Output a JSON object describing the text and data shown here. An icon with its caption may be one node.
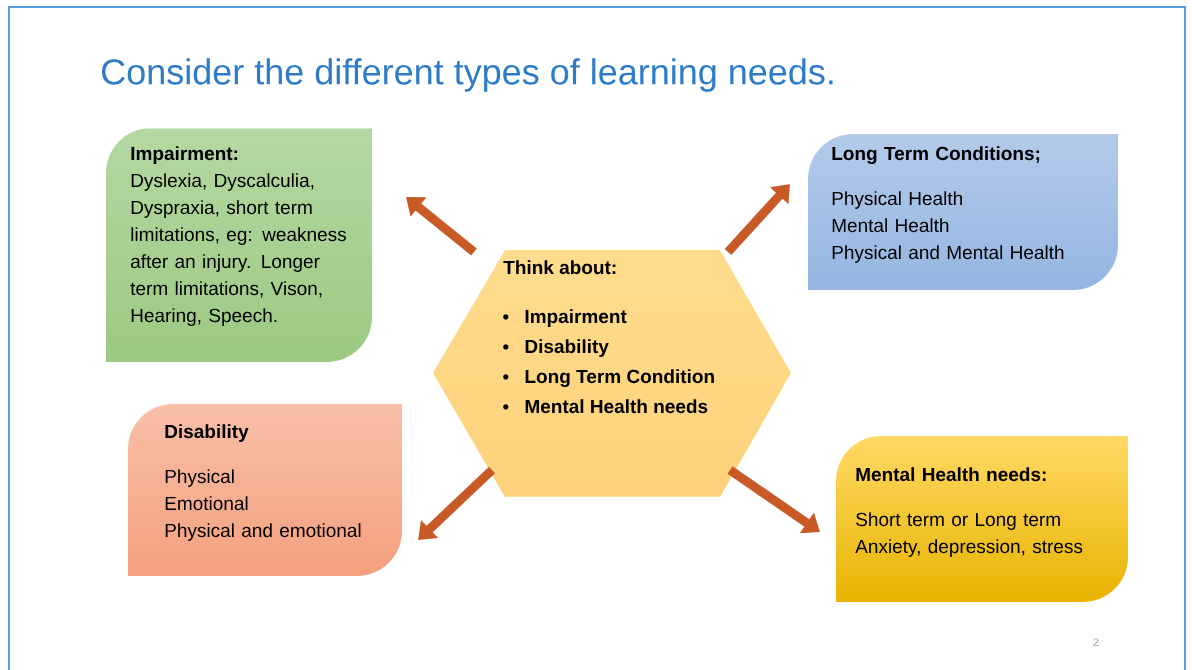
{
  "diagram": {
    "title": "Consider the different types of learning needs.",
    "nodes": [
      {
        "text": [
          "Think about:",
          "Impairment",
          "Disability",
          "Long Term Condition",
          "Mental Health needs"
        ]
      },
      {
        "text": [
          "Impairment:",
          "Dyslexia, Dyscalculia, Dyspraxia, short term limitations, eg: weakness after an injury. Longer term limitations, Vison, Hearing, Speech."
        ]
      },
      {
        "text": [
          "Long Term Conditions;",
          "Physical Health",
          "Mental Health",
          "Physical and Mental Health"
        ]
      },
      {
        "text": [
          "Disability",
          "Physical",
          "Emotional",
          "Physical and emotional"
        ]
      },
      {
        "text": [
          "Mental Health needs:",
          "Short term or Long term",
          "Anxiety, depression, stress"
        ]
      }
    ],
    "edges": [
      {
        "from": 0,
        "to": 1,
        "arrow": "to"
      },
      {
        "from": 0,
        "to": 2,
        "arrow": "to"
      },
      {
        "from": 0,
        "to": 3,
        "arrow": "to"
      },
      {
        "from": 0,
        "to": 4,
        "arrow": "to"
      }
    ],
    "labels": [
      "2"
    ]
  }
}
